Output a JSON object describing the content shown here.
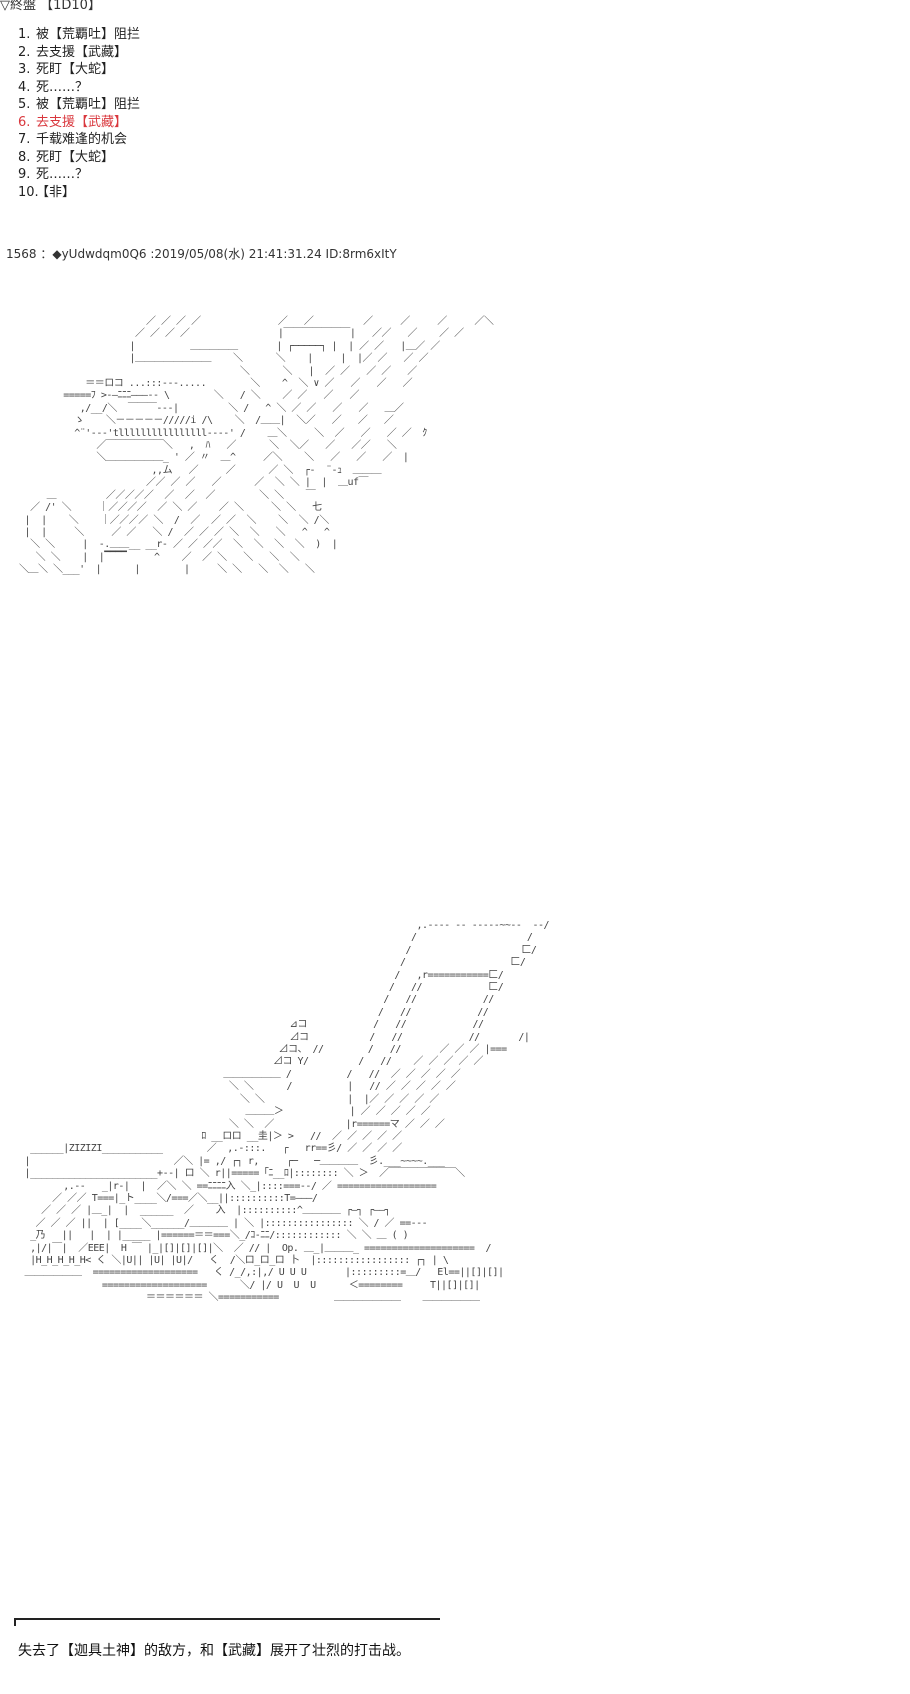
{
  "header": {
    "label": "▽終盤 【1D10】"
  },
  "options": [
    {
      "num": "1.",
      "text": "被【荒覇吐】阻拦",
      "highlight": false
    },
    {
      "num": "2.",
      "text": "去支援【武藏】",
      "highlight": false
    },
    {
      "num": "3.",
      "text": "死盯【大蛇】",
      "highlight": false
    },
    {
      "num": "4.",
      "text": "死……？",
      "highlight": false
    },
    {
      "num": "5.",
      "text": "被【荒覇吐】阻拦",
      "highlight": false
    },
    {
      "num": "6.",
      "text": "去支援【武藏】",
      "highlight": true
    },
    {
      "num": "7.",
      "text": "千载难逢的机会",
      "highlight": false
    },
    {
      "num": "8.",
      "text": "死盯【大蛇】",
      "highlight": false
    },
    {
      "num": "9.",
      "text": "死……？",
      "highlight": false
    },
    {
      "num": "10.",
      "text": "【非】",
      "highlight": false
    }
  ],
  "post": {
    "header": "1568 ：◆yUdwdqm0Q6 :2019/05/08(水) 21:41:31.24 ID:8rm6xItY"
  },
  "art": {
    "top": "                         ／ ／ ／ ／              ／   ／         ／     ／     ／     ／＼\n                       ／ ／ ／ ／                |￣￣￣￣￣￣￣|   ／／   ／    ／ ／\n                      |          ＿＿＿＿＿       | ┌─────┐ |  | ／ ／   |＿／ ／\n                      |＿＿＿＿＿＿＿＿    ＼      ＼    |     |  |／ ／   ／ ／\n                                          ＼      ＼   |  ／ ／   ／ ／   ／\n              ＝＝ロコ ...:::-‐‐.....        ＼    ^  ＼ ∨ ／   ／   ／   ／\n          =====ﾌ >-―ﾆﾆﾆ―――‐‐ \\        ＼   / ＼    ／ ／   ／   ／\n             ,/__/＼  ￣￣￣---|         ＼ /   ^ ＼ ／ ／   ／   ／   ＿／\n            ゝ    ＼－－－－－/////i /\\    ＼  /＿＿|  ＼／   ／   ／   ／\n            ^¨'‐--'tllllllllllllllll‐‐‐‐' /    ＿＼     ＼  ／   ／   ／ ／  ｸ\n                ／￣￣￣￣￣￣＼   ,  ﾊ   ／      ＼  ＼／   ／   ／／   ＼\n                ＼＿＿＿＿＿＿_ ' ／ 〃  ＿^     ／＼    ＼   ／   ／   ／  |\n                          ,,ム   ／     ／      ／ ＼  ┌‐  ¨-ｭ  ＿＿＿\n                         ／／ ／ ／   ／      ／  ＼ ＼ |  |  ＿uf￣\n       ＿         ／／／／／  ／  ／  ／        ＼ ＼    ￣\n    ／ /' ＼     ｜／／／／  ／ ＼ ／    ／ ＼     ＼ ＼   七\n   |  |    ＼    ｜／／／／ ＼  /  ／  ／ ／  ＼    ＼  ＼ /＼\n   |  |     ＼     ／ ／   ＼ /  ／ ／ ／ ＼  ＼   ＼   ^   ^\n    ＼ ＼     |  ‐.＿＿__ __r‐ ／ ／ ／／  ＼  ＼  ＼  ＼  )  |\n     ＼ ＼    |  |▔▔▔▔     ^    ／  ／ ＼   ＼   ＼  ＼\n  ＼＿＼ ＼___'  |      |        |     ＼ ＼   ＼  ＼   ＼",
    "bottom": "                                                                          ,.---- -- ‐‐‐‐‐~~--  -‐/\n                                                                         /                    /\n                                                                        /                    匚/\n                                                                       /                   匚/\n                                                                      /   ,r===========匚/\n                                                                     /   //            匚/\n                                                                    /   //            //\n                                                                   /   //            //\n                                                   ⊿コ            /   //            //\n                                                   ⊿コ           /   //            //       /|\n                                                 ⊿コ、 //        /   //       ／ ／ ／ |===\n                                                ⊿コ Y/         /   //    ／ ／ ／ ／ ／\n                                       ＿＿＿＿＿＿ /          /   //  ／ ／ ／ ／ ／\n                                        ＼ ＼      /          |   // ／ ／ ／ ／ ／\n                                          ＼ ＼               |  |／ ／ ／ ／ ／\n                                           ＿＿＿＞            | ／ ／ ／ ／ ／\n                                        ＼ ＼  ／             |r======マ ／ ／ ／\n                                   ﾛ __ロロ __圭|＞ >   //  ／ ／ ／ ／ ／\n    ______|ZIZIZI___________        ／  ,.-:::.   ┌   rr==彡/ ／ ／ ／ ／\n   |                          ／＼ |= ,/ ┌┐ r,     ┌─   ─＿＿＿＿  彡.___~~~~.___\n   |_______________________+‐‐| ロ ＼ r||=====「ﾆ__ﾛ|:::::::: ＼ ＞  ／￣￣￣￣￣￣￣＼\n          ,.-‐   _|r‐|  |  ／＼ ＼ ==ﾆﾆﾆﾆ入 ＼_|::::===--/ ／ ==================\n        ／ ／／ T===|_ト____＼/===／＼__||::::::::::T=―――/\n      ／ ／ ／ |＿_|  |  ______  ／    入  |::::::::::^＿＿＿＿ ┌―┐ ┌――┐\n     ／ ／ ／ ||  | [____＼______/＿＿＿＿ | ＼ |:::::::::::::::: ＼ / ／ ==‐‐‐\n    _乃   ||   |  | |_____ |======＝＝===＼_/ｺ-ﾆﾆ/:::::::::::: ＼ ＼ ＿ ( )\n    ,|/|￣|  ／EEE|  H ￣ |_|[]|[]|[]|＼  ／ // |  Op. ＿_|＿＿＿_ ====================  / \n    |H_H_H_H_H< く ＼|U|| |U| |U|/   く  /＼ロ_ロ_ロ 卜  |::::::::::::::::: ┌┐ | \\\n   ＿＿＿＿＿＿  ===================   く /_/,:|,/ U U U       |:::::::::=＿/   El==||[]|[]|\n                 ===================      ＼/ |/ U  U  U      ＜========     T||[]|[]|\n                         ＝＝＝＝＝＝ ＼===========          ＿＿＿＿＿＿＿    ＿＿＿＿＿＿"
  },
  "narration": "失去了【迦具土神】的敌方，和【武藏】展开了壮烈的打击战。"
}
